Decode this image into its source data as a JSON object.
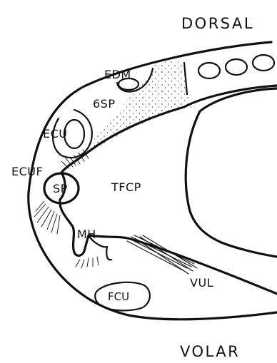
{
  "orientation": {
    "top": "DORSAL",
    "bottom": "VOLAR"
  },
  "labels": {
    "edm": "EDM",
    "sixth_compartment": "6SP",
    "ecu": "ECU",
    "ecuf": "ECUF",
    "sp": "SP",
    "tfcp": "TFCP",
    "mh": "MH",
    "vul": "VUL",
    "fcu": "FCU"
  }
}
